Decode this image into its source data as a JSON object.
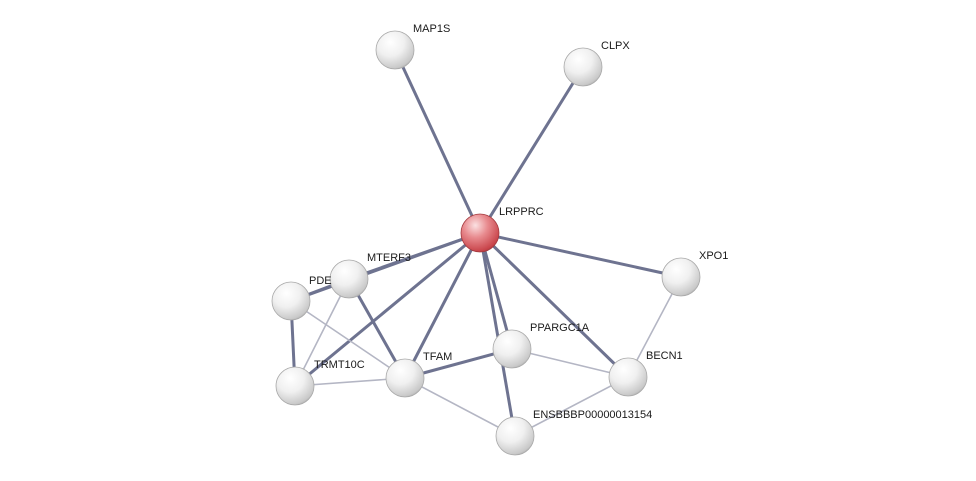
{
  "colors": {
    "query_node": "#d95a5f",
    "partner_node": "#d4d4d4",
    "strong_edge": "#6e7390",
    "weak_edge": "#b4b6c4",
    "background": "#ffffff"
  },
  "network": {
    "nodes": [
      {
        "id": "LRPPRC",
        "label": "LRPPRC",
        "type": "query"
      },
      {
        "id": "MAP1S",
        "label": "MAP1S",
        "type": "partner"
      },
      {
        "id": "CLPX",
        "label": "CLPX",
        "type": "partner"
      },
      {
        "id": "XPO1",
        "label": "XPO1",
        "type": "partner"
      },
      {
        "id": "MTERF3",
        "label": "MTERF3",
        "type": "partner"
      },
      {
        "id": "PDE",
        "label": "PDE",
        "type": "partner"
      },
      {
        "id": "PPARGC1A",
        "label": "PPARGC1A",
        "type": "partner"
      },
      {
        "id": "TFAM",
        "label": "TFAM",
        "type": "partner"
      },
      {
        "id": "TRMT10C",
        "label": "TRMT10C",
        "type": "partner"
      },
      {
        "id": "BECN1",
        "label": "BECN1",
        "type": "partner"
      },
      {
        "id": "ENSBBBP00000013154",
        "label": "ENSBBBP00000013154",
        "type": "partner"
      }
    ],
    "edges": [
      {
        "source": "LRPPRC",
        "target": "MAP1S",
        "strength": "strong"
      },
      {
        "source": "LRPPRC",
        "target": "CLPX",
        "strength": "strong"
      },
      {
        "source": "LRPPRC",
        "target": "XPO1",
        "strength": "strong"
      },
      {
        "source": "LRPPRC",
        "target": "MTERF3",
        "strength": "strong"
      },
      {
        "source": "LRPPRC",
        "target": "PDE",
        "strength": "strong"
      },
      {
        "source": "LRPPRC",
        "target": "TFAM",
        "strength": "strong"
      },
      {
        "source": "LRPPRC",
        "target": "PPARGC1A",
        "strength": "strong"
      },
      {
        "source": "LRPPRC",
        "target": "TRMT10C",
        "strength": "strong"
      },
      {
        "source": "LRPPRC",
        "target": "BECN1",
        "strength": "strong"
      },
      {
        "source": "LRPPRC",
        "target": "ENSBBBP00000013154",
        "strength": "strong"
      },
      {
        "source": "MTERF3",
        "target": "PDE",
        "strength": "strong"
      },
      {
        "source": "MTERF3",
        "target": "TFAM",
        "strength": "strong"
      },
      {
        "source": "MTERF3",
        "target": "TRMT10C",
        "strength": "weak"
      },
      {
        "source": "PDE",
        "target": "TRMT10C",
        "strength": "strong"
      },
      {
        "source": "PDE",
        "target": "TFAM",
        "strength": "weak"
      },
      {
        "source": "TRMT10C",
        "target": "TFAM",
        "strength": "weak"
      },
      {
        "source": "TFAM",
        "target": "PPARGC1A",
        "strength": "strong"
      },
      {
        "source": "TFAM",
        "target": "ENSBBBP00000013154",
        "strength": "weak"
      },
      {
        "source": "PPARGC1A",
        "target": "BECN1",
        "strength": "weak"
      },
      {
        "source": "XPO1",
        "target": "BECN1",
        "strength": "weak"
      },
      {
        "source": "BECN1",
        "target": "ENSBBBP00000013154",
        "strength": "weak"
      }
    ]
  }
}
